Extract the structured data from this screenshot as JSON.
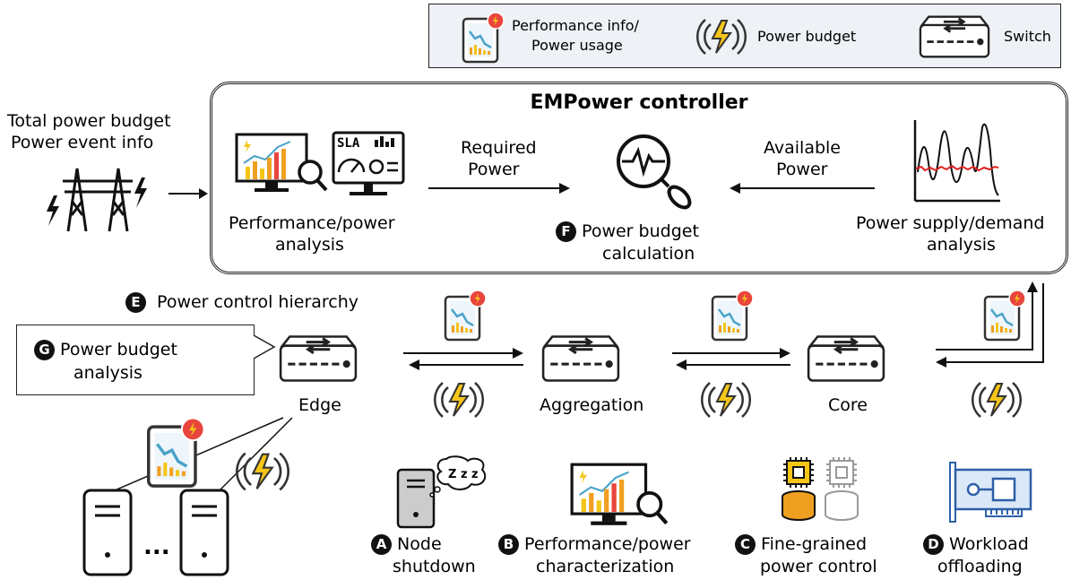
{
  "legend": {
    "perf_line1": "Performance info/",
    "perf_line2": "Power usage",
    "budget": "Power budget",
    "switch": "Switch"
  },
  "controller": {
    "title": "EMPower controller",
    "perf_analysis": [
      "Performance/power",
      "analysis"
    ],
    "required_power": [
      "Required",
      "Power"
    ],
    "available_power": [
      "Available",
      "Power"
    ],
    "calc_badge": "F",
    "calc": [
      "Power budget",
      "calculation"
    ],
    "supply": [
      "Power supply/demand",
      "analysis"
    ],
    "sla": "SLA"
  },
  "input": {
    "line1": "Total power budget",
    "line2": "Power event info"
  },
  "hierarchy": {
    "badge": "E",
    "label": "Power control hierarchy"
  },
  "callout": {
    "badge": "G",
    "line1": "Power budget",
    "line2": "analysis"
  },
  "switches": {
    "edge": "Edge",
    "aggregation": "Aggregation",
    "core": "Core"
  },
  "servers": {
    "ellipsis": "..."
  },
  "features": {
    "a_badge": "A",
    "a": [
      "Node",
      "shutdown"
    ],
    "zzz": "Z z z",
    "b_badge": "B",
    "b": [
      "Performance/power",
      "characterization"
    ],
    "c_badge": "C",
    "c": [
      "Fine-grained",
      "power control"
    ],
    "d_badge": "D",
    "d": [
      "Workload",
      "offloading"
    ]
  },
  "colors": {
    "bolt": "#f5c518",
    "bar_orange": "#f0a020",
    "bar_yellow": "#f5c518",
    "red_dot": "#e8453c",
    "legend_bg": "#eef1f5",
    "chip_blue": "#2e5fa8"
  }
}
